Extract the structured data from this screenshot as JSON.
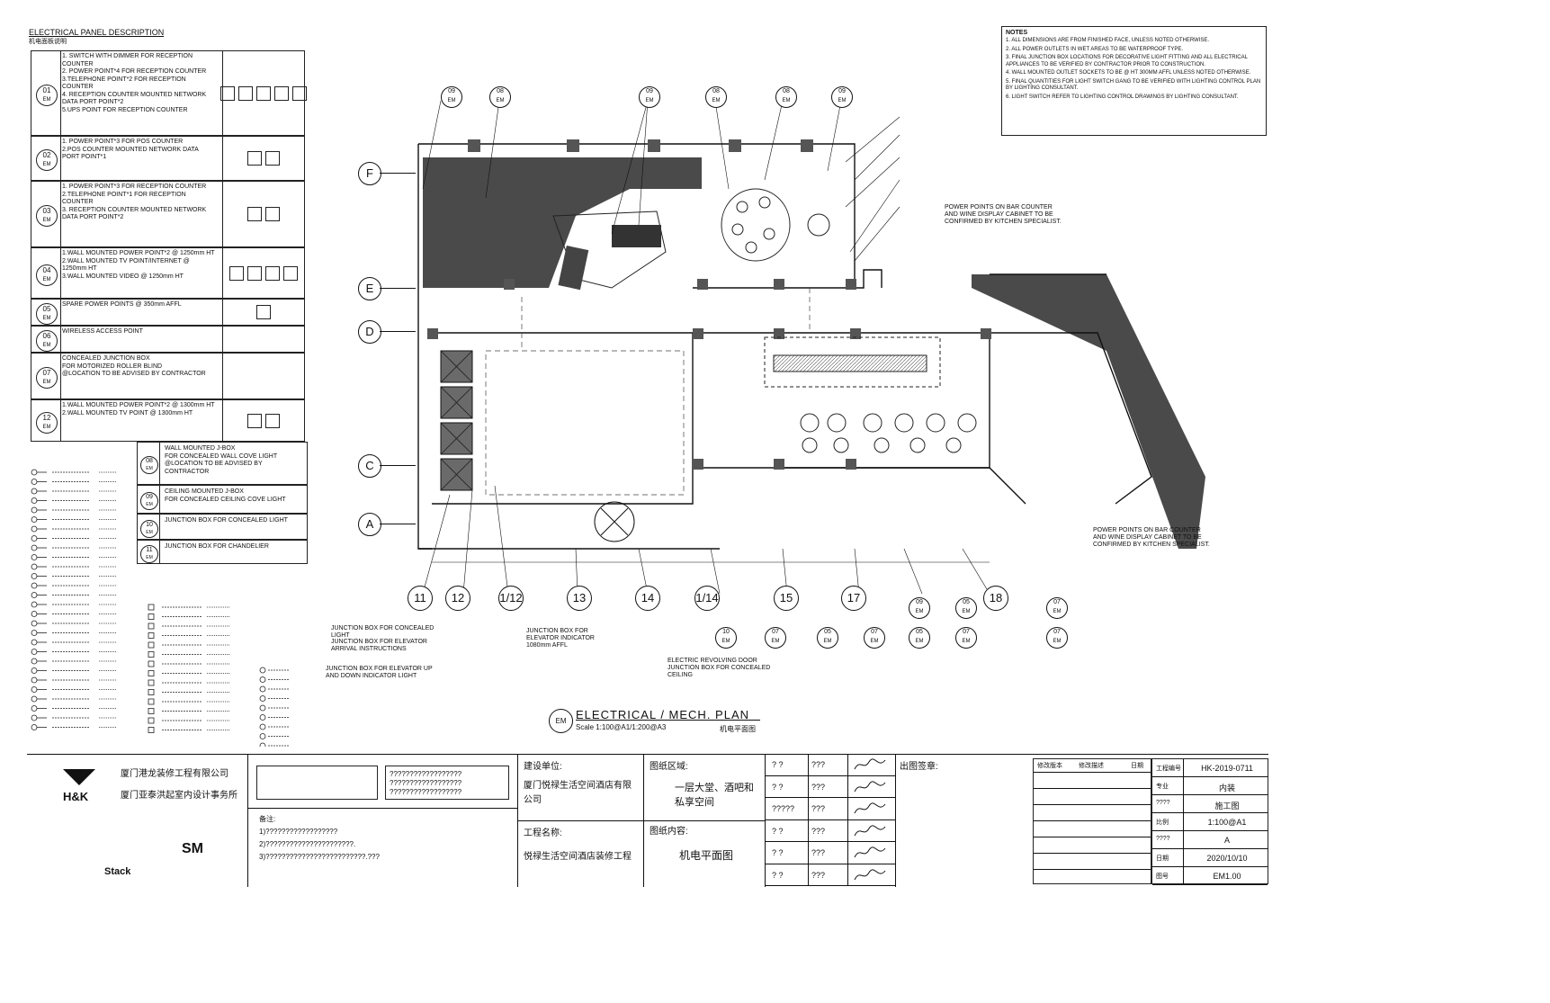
{
  "panel": {
    "title": "ELECTRICAL PANEL DESCRIPTION",
    "subtitle": "机电面板说明",
    "rows": [
      {
        "code": "01",
        "sub": "EM",
        "lines": [
          "1. SWITCH WITH DIMMER FOR RECEPTION COUNTER",
          "2. POWER POINT*4 FOR RECEPTION COUNTER",
          "3.TELEPHONE POINT*2 FOR RECEPTION COUNTER",
          "4. RECEPTION COUNTER MOUNTED NETWORK DATA PORT POINT*2",
          "5.UPS POINT FOR RECEPTION COUNTER"
        ]
      },
      {
        "code": "02",
        "sub": "EM",
        "lines": [
          "1. POWER POINT*3 FOR POS COUNTER",
          "2.POS COUNTER MOUNTED NETWORK DATA PORT POINT*1"
        ]
      },
      {
        "code": "03",
        "sub": "EM",
        "lines": [
          "1. POWER POINT*3 FOR RECEPTION COUNTER",
          "2.TELEPHONE POINT*1 FOR RECEPTION COUNTER",
          "3. RECEPTION COUNTER MOUNTED NETWORK DATA PORT POINT*2"
        ]
      },
      {
        "code": "04",
        "sub": "EM",
        "lines": [
          "1.WALL MOUNTED POWER POINT*2 @ 1250mm HT",
          "2.WALL MOUNTED TV POINT/INTERNET @ 1250mm HT",
          "3.WALL MOUNTED VIDEO @ 1250mm HT"
        ]
      },
      {
        "code": "05",
        "sub": "EM",
        "lines": [
          "SPARE POWER POINTS @ 350mm AFFL"
        ]
      },
      {
        "code": "06",
        "sub": "EM",
        "lines": [
          "WIRELESS ACCESS POINT"
        ]
      },
      {
        "code": "07",
        "sub": "EM",
        "lines": [
          "CONCEALED JUNCTION BOX",
          "FOR MOTORIZED ROLLER BLIND",
          "@LOCATION TO BE ADVISED BY CONTRACTOR"
        ]
      },
      {
        "code": "12",
        "sub": "EM",
        "lines": [
          "1.WALL MOUNTED POWER POINT*2 @ 1300mm HT",
          "2.WALL MOUNTED TV POINT @ 1300mm HT"
        ]
      }
    ],
    "jbox": [
      {
        "code": "08",
        "lines": [
          "WALL MOUNTED J-BOX",
          "FOR CONCEALED WALL COVE LIGHT",
          "@LOCATION TO BE ADVISED BY CONTRACTOR"
        ]
      },
      {
        "code": "09",
        "lines": [
          "CEILING MOUNTED J-BOX",
          "FOR CONCEALED CEILING COVE LIGHT"
        ]
      },
      {
        "code": "10",
        "lines": [
          "JUNCTION BOX FOR CONCEALED LIGHT"
        ]
      },
      {
        "code": "11",
        "lines": [
          "JUNCTION BOX FOR CHANDELIER"
        ]
      }
    ]
  },
  "notes": {
    "title": "NOTES",
    "lines": [
      "1. ALL DIMENSIONS ARE FROM FINISHED FACE, UNLESS NOTED OTHERWISE.",
      "2. ALL POWER OUTLETS IN WET AREAS TO BE WATERPROOF TYPE.",
      "3. FINAL JUNCTION BOX LOCATIONS FOR DECORATIVE LIGHT FITTING AND ALL ELECTRICAL APPLIANCES TO BE VERIFIED BY CONTRACTOR PRIOR TO CONSTRUCTION.",
      "4. WALL MOUNTED OUTLET SOCKETS TO BE @ HT 300MM AFFL UNLESS NOTED OTHERWISE.",
      "5. FINAL QUANTITIES FOR LIGHT SWITCH GANG TO BE VERIFIED WITH LIGHTING CONTROL PLAN BY LIGHTING CONSULTANT.",
      "6. LIGHT SWITCH REFER TO LIGHTING CONTROL DRAWINGS BY LIGHTING CONSULTANT."
    ]
  },
  "grid": {
    "rows": [
      "F",
      "E",
      "D",
      "C",
      "A"
    ],
    "cols": [
      "11",
      "12",
      "1/12",
      "13",
      "14",
      "1/14",
      "15",
      "17",
      "18"
    ]
  },
  "callouts": {
    "top": [
      "09",
      "08",
      "09",
      "08",
      "08",
      "09"
    ],
    "power_note_top": "POWER POINTS ON BAR COUNTER AND WINE DISPLAY CABINET TO BE CONFIRMED BY KITCHEN SPECIALIST.",
    "power_note_bottom": "POWER POINTS ON BAR COUNTER AND WINE DISPLAY CABINET TO BE CONFIRMED BY KITCHEN SPECIALIST.",
    "jb_concealed": "JUNCTION BOX FOR CONCEALED LIGHT",
    "jb_elevator_arrival": "JUNCTION BOX FOR ELEVATOR ARRIVAL INSTRUCTIONS",
    "jb_elevator_updown": "JUNCTION BOX FOR ELEVATOR UP AND DOWN INDICATOR LIGHT",
    "jb_elevator_ind": "JUNCTION BOX FOR ELEVATOR INDICATOR 1080mm AFFL",
    "revolving": "ELECTRIC REVOLVING DOOR JUNCTION BOX FOR CONCEALED CEILING"
  },
  "plan_title": {
    "code": "EM",
    "title": "ELECTRICAL / MECH. PLAN",
    "scale": "Scale 1:100@A1/1:200@A3",
    "cn": "机电平面图"
  },
  "titleblock": {
    "company1": "厦门港龙装修工程有限公司",
    "company2": "厦门亚泰洪起室内设计事务所",
    "logo": "H&K",
    "sm": "SM",
    "stack": "Stack",
    "client_label": "建设单位:",
    "client": "厦门悦禄生活空间酒店有限公司",
    "project_label": "工程名称:",
    "project": "悦禄生活空间酒店装修工程",
    "area_label": "图纸区域:",
    "area": "一层大堂、酒吧和私享空间",
    "content_label": "图纸内容:",
    "content": "机电平面图",
    "remark_label": "备注:",
    "remark_lines": [
      "1)??????????????????",
      "2)??????????????????????.",
      "3)?????????????????????????.???"
    ],
    "stamp_label": "出图签章:",
    "q_box": [
      "??????????????????",
      "??????????????????",
      "??????????????????"
    ],
    "sig_rows": [
      [
        "? ?",
        "???"
      ],
      [
        "? ?",
        "???"
      ],
      [
        "?????",
        "???"
      ],
      [
        "? ?",
        "???"
      ],
      [
        "? ?",
        "???"
      ],
      [
        "? ?",
        "???"
      ]
    ],
    "rev_headers": [
      "修改版本",
      "修改描述",
      "日期"
    ],
    "info": [
      {
        "k": "工程编号",
        "v": "HK-2019-0711"
      },
      {
        "k": "专业",
        "v": "内装"
      },
      {
        "k": "????",
        "v": "施工图"
      },
      {
        "k": "比例",
        "v": "1:100@A1"
      },
      {
        "k": "????",
        "v": "A"
      },
      {
        "k": "日期",
        "v": "2020/10/10"
      },
      {
        "k": "图号",
        "v": "EM1.00"
      }
    ]
  },
  "colors": {
    "ink": "#111111",
    "fill_dark": "#4a4a4a",
    "fill_mid": "#7a7a7a"
  }
}
